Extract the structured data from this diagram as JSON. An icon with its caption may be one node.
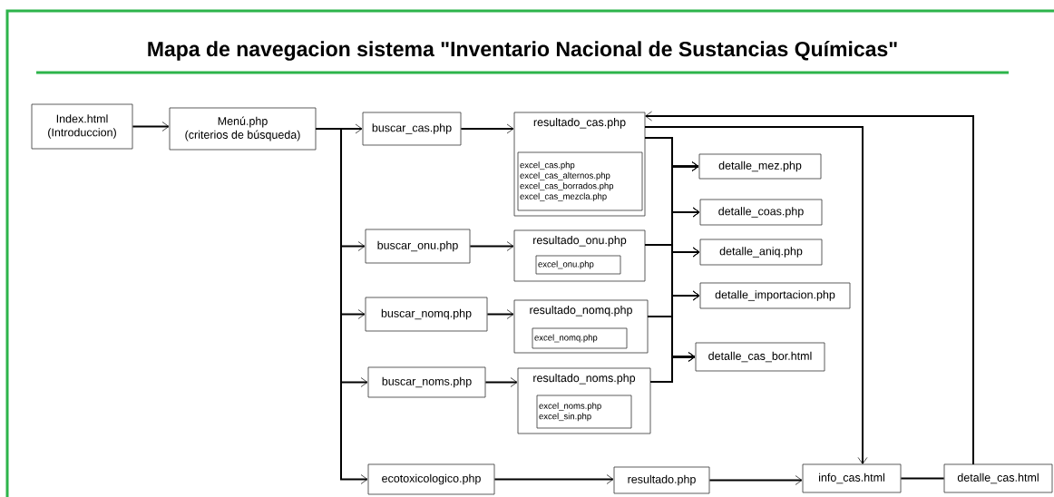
{
  "diagram": {
    "title": "Mapa de navegacion sistema \"Inventario Nacional de Sustancias Químicas\"",
    "nodes": [
      {
        "text": [
          "Index.html",
          "(Introduccion)"
        ]
      },
      {
        "text": [
          "Menú.php",
          "(criterios de búsqueda)"
        ]
      },
      {
        "text": [
          "buscar_cas.php"
        ]
      },
      {
        "text": [
          "resultado_cas.php"
        ]
      },
      {
        "text": [
          "excel_cas.php",
          "excel_cas_alternos.php",
          "excel_cas_borrados.php",
          "excel_cas_mezcla.php"
        ],
        "in": 3
      },
      {
        "text": [
          "buscar_onu.php"
        ]
      },
      {
        "text": [
          "resultado_onu.php"
        ]
      },
      {
        "text": [
          "excel_onu.php"
        ],
        "in": 6
      },
      {
        "text": [
          "buscar_nomq.php"
        ]
      },
      {
        "text": [
          "resultado_nomq.php"
        ]
      },
      {
        "text": [
          "excel_nomq.php"
        ],
        "in": 9
      },
      {
        "text": [
          "buscar_noms.php"
        ]
      },
      {
        "text": [
          "resultado_noms.php"
        ]
      },
      {
        "text": [
          "excel_noms.php",
          "excel_sin.php"
        ],
        "in": 12
      },
      {
        "text": [
          "ecotoxicologico.php"
        ]
      },
      {
        "text": [
          "resultado.php"
        ]
      },
      {
        "text": [
          "info_cas.html"
        ]
      },
      {
        "text": [
          "detalle_cas.html"
        ]
      },
      {
        "text": [
          "detalle_mez.php"
        ]
      },
      {
        "text": [
          "detalle_coas.php"
        ]
      },
      {
        "text": [
          "detalle_aniq.php"
        ]
      },
      {
        "text": [
          "detalle_importacion.php"
        ]
      },
      {
        "text": [
          "detalle_cas_bor.html"
        ]
      }
    ],
    "edges": [
      {
        "from": 0,
        "to": 1,
        "arrow": "to"
      },
      {
        "from": 1,
        "to": 2,
        "arrow": "to"
      },
      {
        "from": 1,
        "to": 5,
        "arrow": "to"
      },
      {
        "from": 1,
        "to": 8,
        "arrow": "to"
      },
      {
        "from": 1,
        "to": 11,
        "arrow": "to"
      },
      {
        "from": 1,
        "to": 14,
        "arrow": "to"
      },
      {
        "from": 2,
        "to": 3,
        "arrow": "to"
      },
      {
        "from": 5,
        "to": 6,
        "arrow": "to"
      },
      {
        "from": 8,
        "to": 9,
        "arrow": "to"
      },
      {
        "from": 11,
        "to": 12,
        "arrow": "to"
      },
      {
        "from": 14,
        "to": 15,
        "arrow": "to"
      },
      {
        "from": 15,
        "to": 16,
        "arrow": "to"
      },
      {
        "from": 16,
        "to": 17,
        "arrow": "none"
      },
      {
        "from": 17,
        "to": 3,
        "arrow": "to"
      },
      {
        "from": 3,
        "to": 16,
        "arrow": "to"
      },
      {
        "from": 3,
        "to": 18,
        "arrow": "to"
      },
      {
        "from": 3,
        "to": 19,
        "arrow": "to"
      },
      {
        "from": 3,
        "to": 20,
        "arrow": "to"
      },
      {
        "from": 3,
        "to": 21,
        "arrow": "to"
      },
      {
        "from": 3,
        "to": 22,
        "arrow": "to"
      },
      {
        "from": 6,
        "to": 18,
        "arrow": "to"
      },
      {
        "from": 6,
        "to": 19,
        "arrow": "to"
      },
      {
        "from": 6,
        "to": 20,
        "arrow": "to"
      },
      {
        "from": 6,
        "to": 21,
        "arrow": "to"
      },
      {
        "from": 6,
        "to": 22,
        "arrow": "to"
      },
      {
        "from": 9,
        "to": 18,
        "arrow": "to"
      },
      {
        "from": 9,
        "to": 19,
        "arrow": "to"
      },
      {
        "from": 9,
        "to": 20,
        "arrow": "to"
      },
      {
        "from": 9,
        "to": 21,
        "arrow": "to"
      },
      {
        "from": 9,
        "to": 22,
        "arrow": "to"
      },
      {
        "from": 12,
        "to": 18,
        "arrow": "to"
      },
      {
        "from": 12,
        "to": 19,
        "arrow": "to"
      },
      {
        "from": 12,
        "to": 20,
        "arrow": "to"
      },
      {
        "from": 12,
        "to": 21,
        "arrow": "to"
      },
      {
        "from": 12,
        "to": 22,
        "arrow": "to"
      }
    ]
  }
}
